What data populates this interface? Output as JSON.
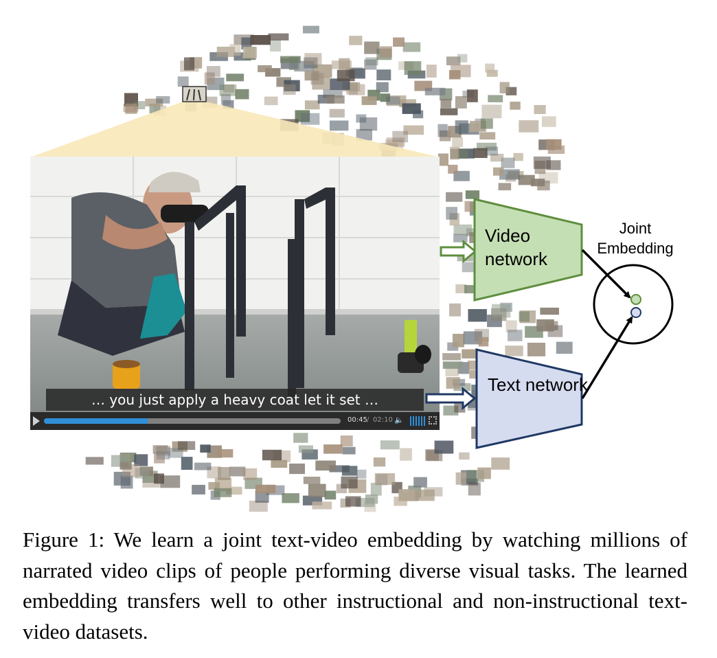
{
  "figure": {
    "subtitle": "… you just apply a heavy coat let it set …",
    "player": {
      "time_current": "00:45",
      "time_separator": "/",
      "time_total": "02:10",
      "progress": 0.35
    },
    "video_network_label": "Video network",
    "text_network_label": "Text network",
    "joint_embedding_label": "Joint Embedding",
    "colors": {
      "video_network_fill": "#c5dfb4",
      "video_network_stroke": "#5e8e3e",
      "text_network_fill": "#d6dcf0",
      "text_network_stroke": "#1f3864",
      "highlight_cone": "#f8e8b8",
      "progress": "#2f8fd8"
    }
  },
  "caption": "Figure 1: We learn a joint text-video embedding by watching millions of narrated video clips of people performing diverse visual tasks. The learned embedding transfers well to other instructional and non-instructional text-video datasets."
}
